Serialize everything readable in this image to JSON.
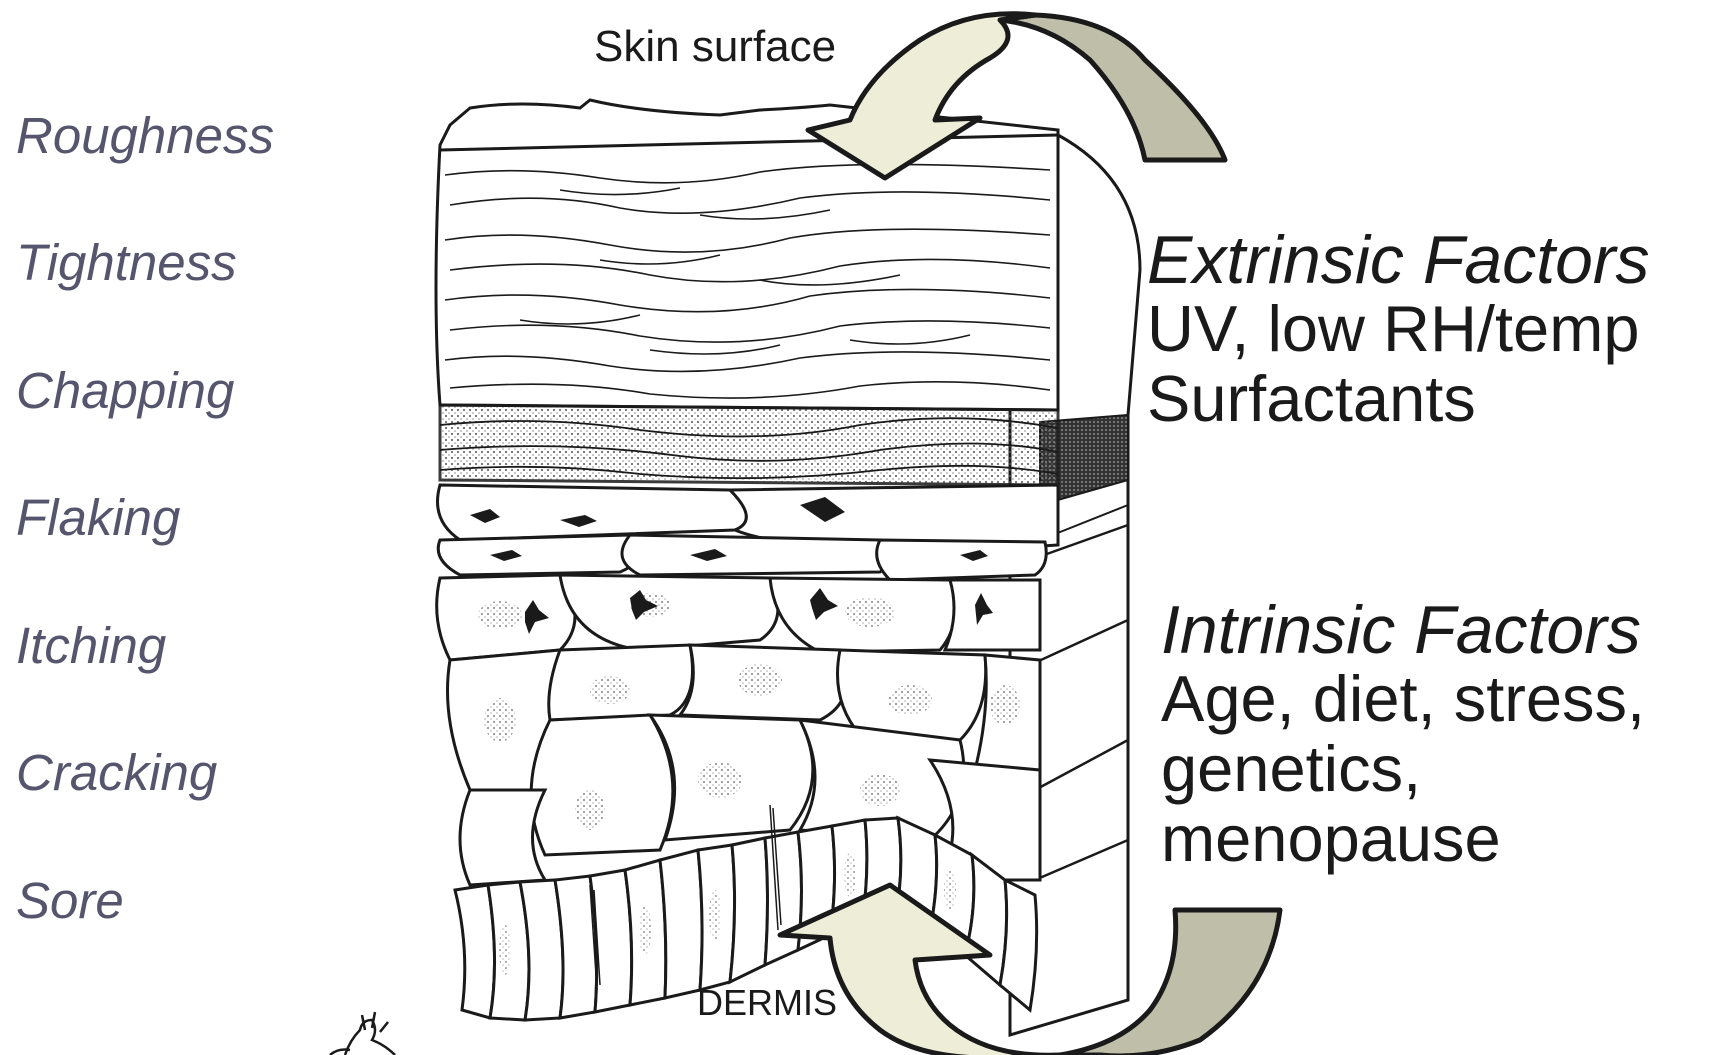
{
  "symptoms": [
    "Roughness",
    "Tightness",
    "Chapping",
    "Flaking",
    "Itching",
    "Cracking",
    "Sore"
  ],
  "labels": {
    "skin_surface": "Skin surface",
    "dermis": "DERMIS"
  },
  "extrinsic": {
    "title": "Extrinsic Factors",
    "lines": [
      "UV, low RH/temp",
      "Surfactants"
    ]
  },
  "intrinsic": {
    "title": "Intrinsic Factors",
    "lines": [
      "Age, diet, stress,",
      "genetics,",
      "menopause"
    ]
  },
  "colors": {
    "symptom_text": "#55556e",
    "arrow_light": "#eeeed8",
    "arrow_dark": "#bfbfa9",
    "cell_stipple": "#d8d8d8",
    "outline": "#1a1a1a"
  }
}
